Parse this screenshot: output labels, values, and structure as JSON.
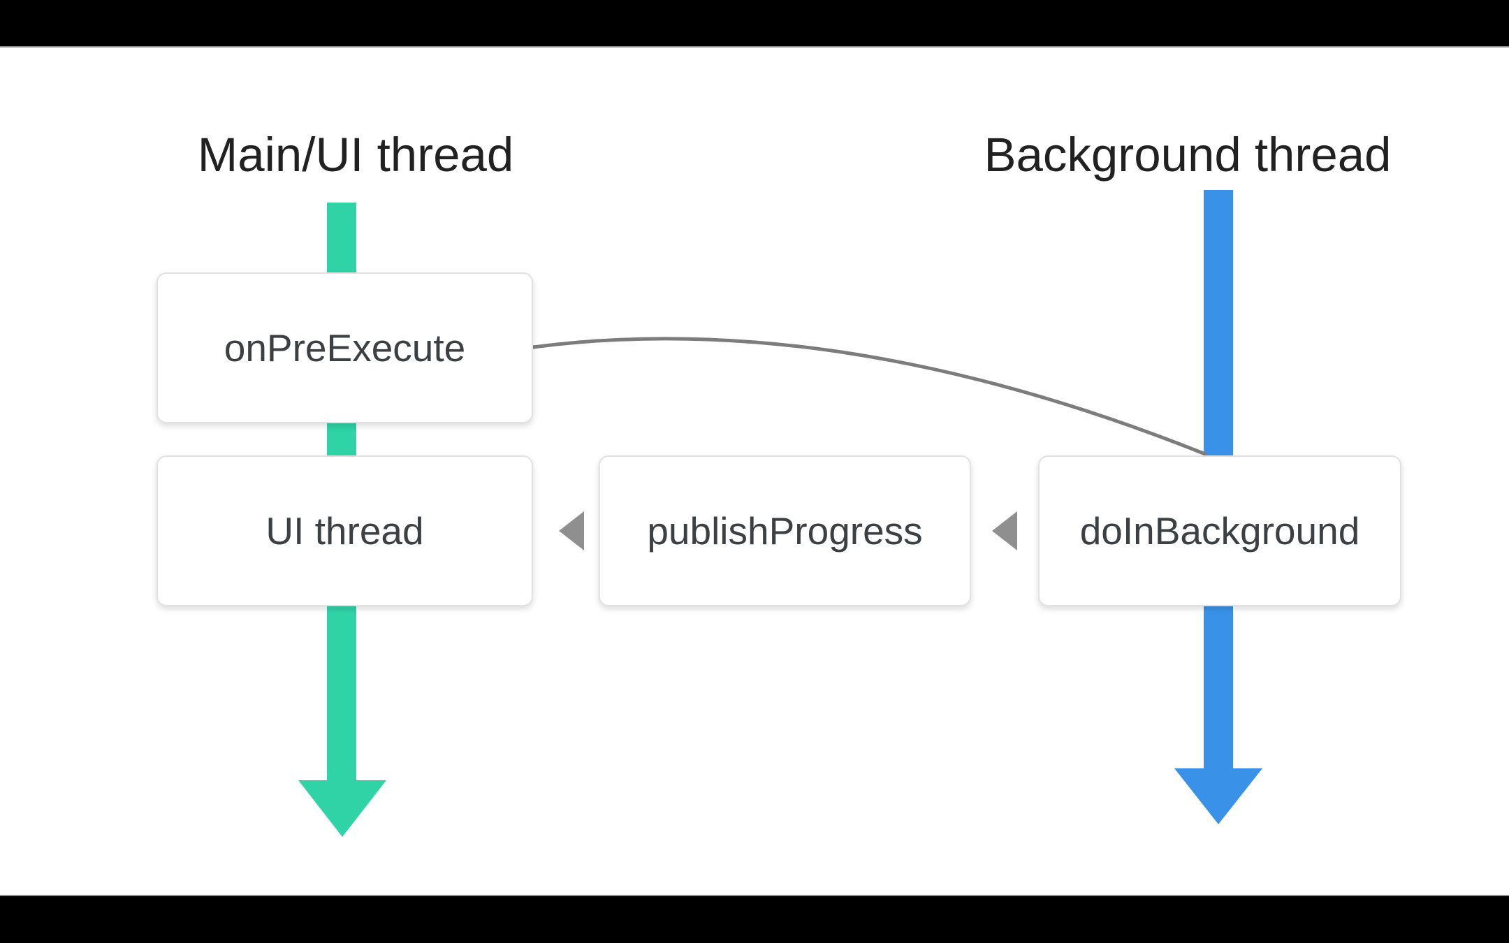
{
  "slide": {
    "lanes": [
      {
        "id": "main",
        "title": "Main/UI thread"
      },
      {
        "id": "background",
        "title": "Background thread"
      }
    ],
    "nodes": [
      {
        "id": "onPreExecute",
        "label": "onPreExecute"
      },
      {
        "id": "uiThread",
        "label": "UI thread"
      },
      {
        "id": "publishProgress",
        "label": "publishProgress"
      },
      {
        "id": "doInBackground",
        "label": "doInBackground"
      }
    ],
    "icons": [
      {
        "name": "left-triangle-icon",
        "meaning": "flow direction from doInBackground toward UI thread"
      }
    ],
    "colors": {
      "main_thread_arrow": "#2fd3a6",
      "background_thread_arrow": "#3a92e8",
      "connector_line": "#7c7c7c",
      "flow_triangle": "#8f8f8f",
      "title_text": "#212121",
      "node_text": "#3c4043",
      "node_border": "#e2e2e2",
      "node_background": "#ffffff",
      "canvas_background": "#ffffff",
      "letterbox": "#000000",
      "letterbox_edge": "#8f8f8f"
    }
  }
}
